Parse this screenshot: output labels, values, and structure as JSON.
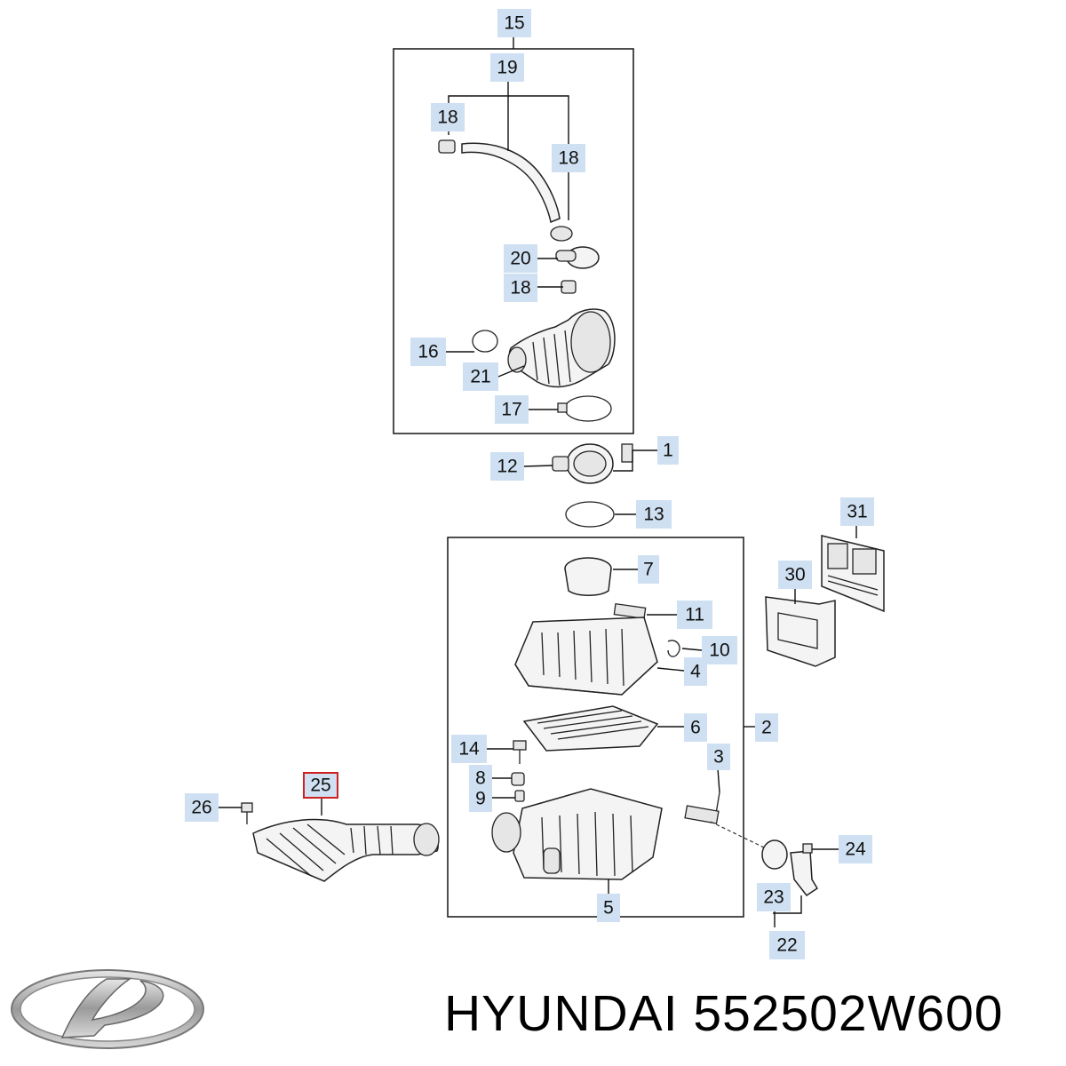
{
  "callouts": [
    "1",
    "2",
    "3",
    "4",
    "5",
    "6",
    "7",
    "8",
    "9",
    "10",
    "11",
    "12",
    "13",
    "14",
    "15",
    "16",
    "17",
    "18",
    "18",
    "18",
    "19",
    "20",
    "21",
    "22",
    "23",
    "24",
    "25",
    "26",
    "30",
    "31"
  ],
  "highlighted_part": "25",
  "footer": {
    "brand": "HYUNDAI",
    "part_number": "552502W600"
  },
  "logo": {
    "icon": "hyundai-logo-icon"
  },
  "colors": {
    "label_fill": "#cfe0f2",
    "highlight_stroke": "#d02020",
    "line": "#222222"
  }
}
